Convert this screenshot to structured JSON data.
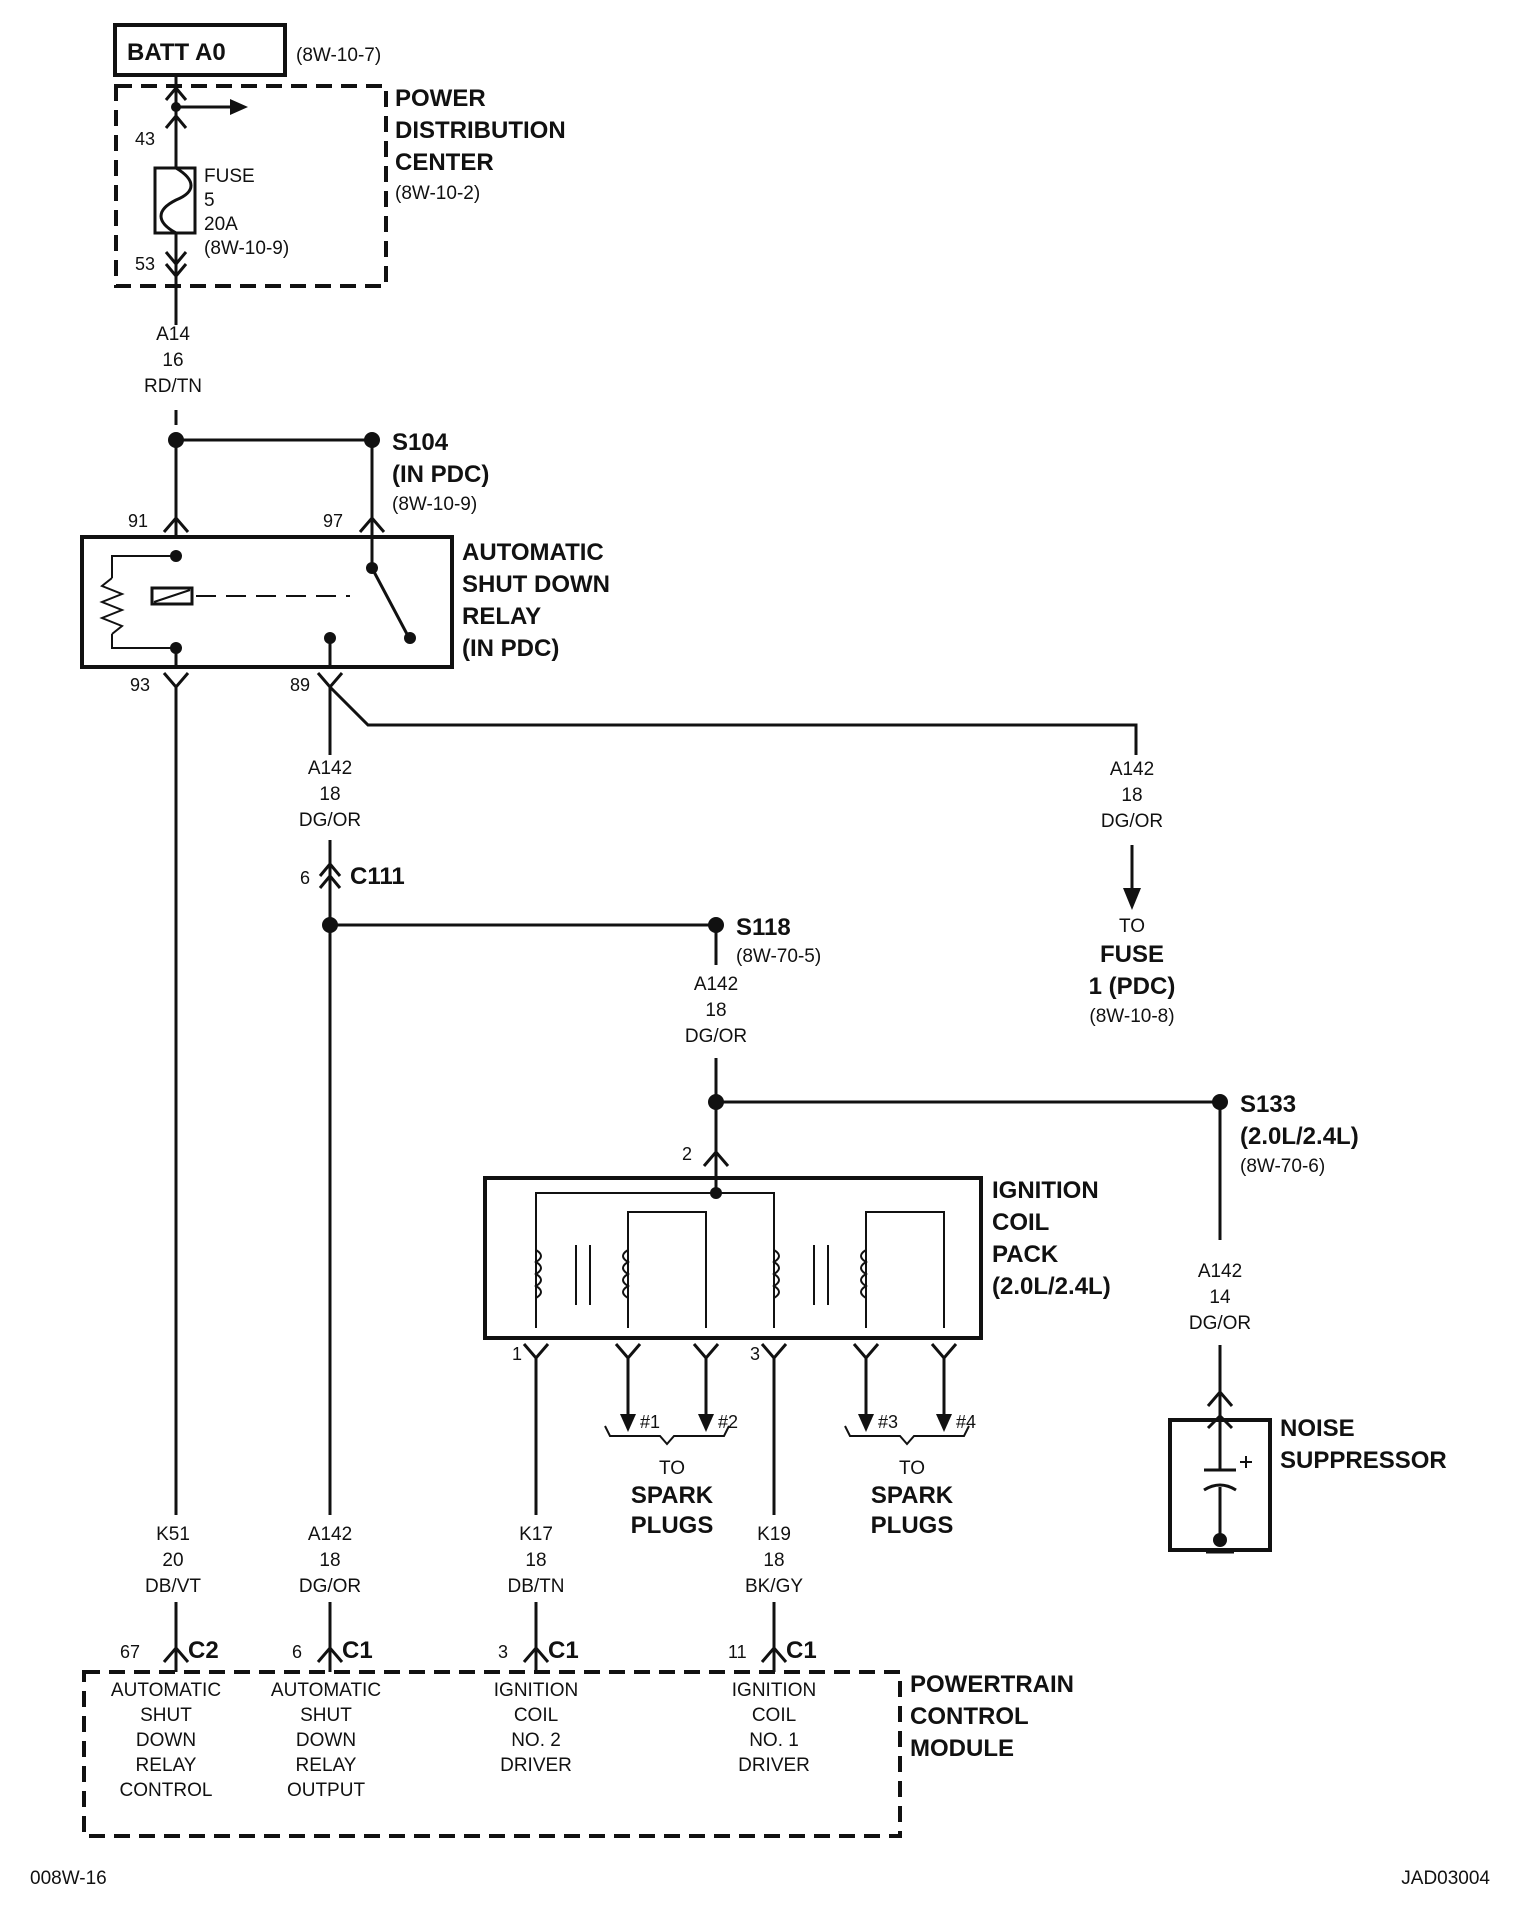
{
  "batt": {
    "label": "BATT A0",
    "ref": "(8W-10-7)"
  },
  "pdc": {
    "name_lines": [
      "POWER",
      "DISTRIBUTION",
      "CENTER"
    ],
    "ref": "(8W-10-2)",
    "pin_in": "43",
    "pin_out": "53",
    "fuse_lines": [
      "FUSE",
      "5",
      "20A",
      "(8W-10-9)"
    ]
  },
  "wire_a14": [
    "A14",
    "16",
    "RD/TN"
  ],
  "s104": {
    "name": "S104",
    "sub": "(IN PDC)",
    "ref": "(8W-10-9)"
  },
  "asd_relay": {
    "name_lines": [
      "AUTOMATIC",
      "SHUT DOWN",
      "RELAY",
      "(IN PDC)"
    ],
    "pin_91": "91",
    "pin_97": "97",
    "pin_93": "93",
    "pin_89": "89"
  },
  "wire_a142_relay": [
    "A142",
    "18",
    "DG/OR"
  ],
  "wire_a142_fuse": [
    "A142",
    "18",
    "DG/OR"
  ],
  "fuse1": {
    "to": "TO",
    "lines": [
      "FUSE",
      "1 (PDC)"
    ],
    "ref": "(8W-10-8)"
  },
  "c111": {
    "pin": "6",
    "name": "C111"
  },
  "s118": {
    "name": "S118",
    "ref": "(8W-70-5)"
  },
  "wire_a142_s118": [
    "A142",
    "18",
    "DG/OR"
  ],
  "s133": {
    "name": "S133",
    "sub": "(2.0L/2.4L)",
    "ref": "(8W-70-6)"
  },
  "coil_pack": {
    "name_lines": [
      "IGNITION",
      "COIL",
      "PACK",
      "(2.0L/2.4L)"
    ],
    "pin_in": "2",
    "pin_1": "1",
    "pin_3": "3",
    "plugs_a": [
      "#1",
      "#2"
    ],
    "plugs_b": [
      "#3",
      "#4"
    ],
    "to": "TO",
    "spark": [
      "SPARK",
      "PLUGS"
    ]
  },
  "wire_a142_14": [
    "A142",
    "14",
    "DG/OR"
  ],
  "noise_suppressor": {
    "name_lines": [
      "NOISE",
      "SUPPRESSOR"
    ]
  },
  "wire_k51": [
    "K51",
    "20",
    "DB/VT"
  ],
  "wire_a142_pcm": [
    "A142",
    "18",
    "DG/OR"
  ],
  "wire_k17": [
    "K17",
    "18",
    "DB/TN"
  ],
  "wire_k19": [
    "K19",
    "18",
    "BK/GY"
  ],
  "pcm": {
    "name_lines": [
      "POWERTRAIN",
      "CONTROL",
      "MODULE"
    ],
    "inputs": [
      {
        "pin": "67",
        "conn": "C2",
        "lines": [
          "AUTOMATIC",
          "SHUT",
          "DOWN",
          "RELAY",
          "CONTROL"
        ]
      },
      {
        "pin": "6",
        "conn": "C1",
        "lines": [
          "AUTOMATIC",
          "SHUT",
          "DOWN",
          "RELAY",
          "OUTPUT"
        ]
      },
      {
        "pin": "3",
        "conn": "C1",
        "lines": [
          "IGNITION",
          "COIL",
          "NO. 2",
          "DRIVER"
        ]
      },
      {
        "pin": "11",
        "conn": "C1",
        "lines": [
          "IGNITION",
          "COIL",
          "NO. 1",
          "DRIVER"
        ]
      }
    ]
  },
  "footer": {
    "left": "008W-16",
    "right": "JAD03004"
  }
}
